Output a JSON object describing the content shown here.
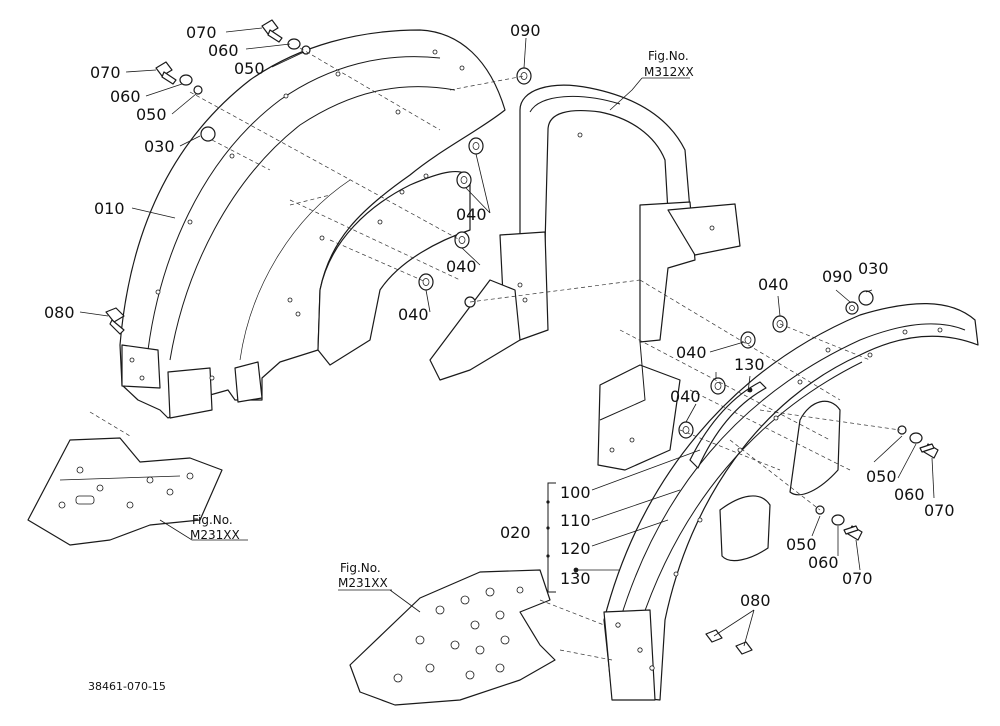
{
  "figure_id": "38461-070-15",
  "fig_refs": {
    "top": {
      "prefix": "Fig.No.",
      "code": "M312XX"
    },
    "left": {
      "prefix": "Fig.No.",
      "code": "M231XX"
    },
    "bottom": {
      "prefix": "Fig.No.",
      "code": "M231XX"
    }
  },
  "parts": {
    "p010": "010",
    "p020": "020",
    "p030a": "030",
    "p030b": "030",
    "p040a": "040",
    "p040b": "040",
    "p040c": "040",
    "p040d": "040",
    "p040e": "040",
    "p040f": "040",
    "p050a": "050",
    "p050b": "050",
    "p050c": "050",
    "p050d": "050",
    "p060a": "060",
    "p060b": "060",
    "p060c": "060",
    "p060d": "060",
    "p070a": "070",
    "p070b": "070",
    "p070c": "070",
    "p070d": "070",
    "p080a": "080",
    "p080b": "080",
    "p090a": "090",
    "p090b": "090",
    "p100": "100",
    "p110": "110",
    "p120": "120",
    "p130a": "130",
    "p130b": "130"
  }
}
